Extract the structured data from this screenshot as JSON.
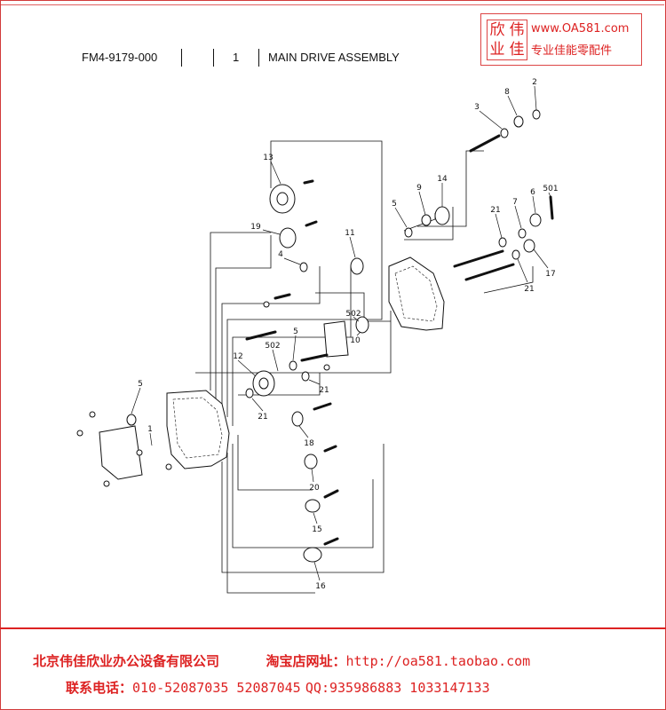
{
  "header": {
    "part_number": "FM4-9179-000",
    "figure_number": "1",
    "title": "MAIN DRIVE ASSEMBLY"
  },
  "logo": {
    "chars": [
      "欣",
      "伟",
      "业",
      "佳"
    ],
    "url": "www.OA581.com",
    "slogan": "专业佳能零配件"
  },
  "callouts": [
    "2",
    "3",
    "8",
    "13",
    "9",
    "14",
    "5",
    "6",
    "501",
    "7",
    "21",
    "19",
    "11",
    "4",
    "17",
    "21",
    "502",
    "10",
    "5",
    "12",
    "502",
    "21",
    "21",
    "5",
    "1",
    "18",
    "20",
    "15",
    "16"
  ],
  "footer": {
    "company": "北京伟佳欣业办公设备有限公司",
    "shop_label": "淘宝店网址：",
    "shop_url": "http://oa581.taobao.com",
    "contact_label": "联系电话：",
    "phones": "010-52087035 52087045",
    "qq": "QQ:935986883 1033147133"
  },
  "colors": {
    "accent": "#d22222",
    "line": "#111111"
  }
}
